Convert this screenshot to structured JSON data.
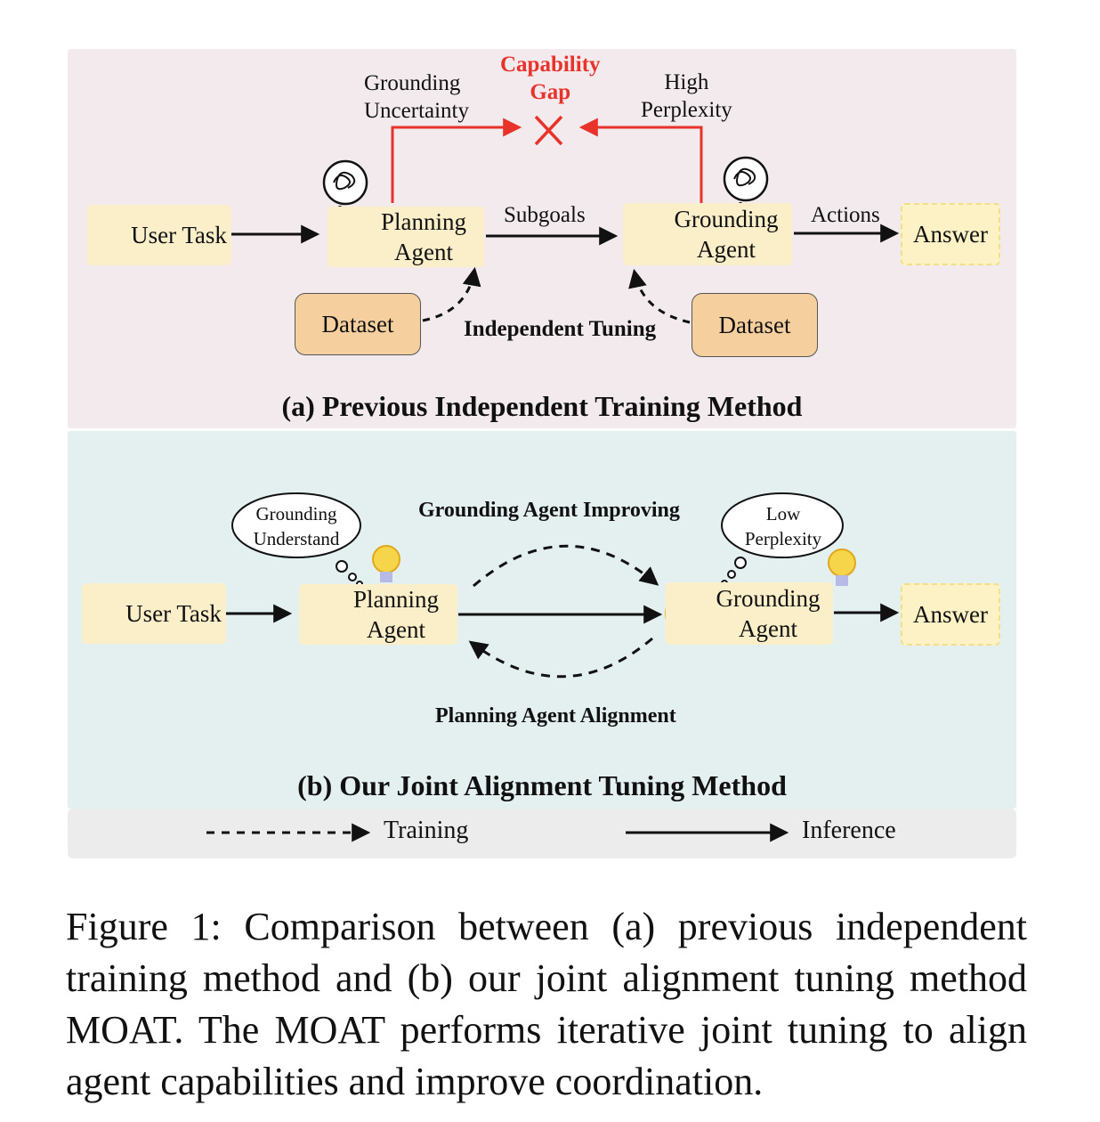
{
  "panel_a": {
    "title": "(a) Previous Independent Training Method",
    "user_task": "User Task",
    "planning_agent": [
      "Planning",
      "Agent"
    ],
    "grounding_agent": [
      "Grounding",
      "Agent"
    ],
    "answer": "Answer",
    "subgoals": "Subgoals",
    "actions": "Actions",
    "dataset_left": "Dataset",
    "dataset_right": "Dataset",
    "independent_tuning": "Independent Tuning",
    "grounding_uncertainty": [
      "Grounding",
      "Uncertainty"
    ],
    "high_perplexity": [
      "High",
      "Perplexity"
    ],
    "capability_gap": [
      "Capability",
      "Gap"
    ]
  },
  "panel_b": {
    "title": "(b) Our Joint Alignment Tuning Method",
    "user_task": "User Task",
    "planning_agent": [
      "Planning",
      "Agent"
    ],
    "grounding_agent": [
      "Grounding",
      "Agent"
    ],
    "answer": "Answer",
    "thought_left": [
      "Grounding",
      "Understand"
    ],
    "thought_right": [
      "Low",
      "Perplexity"
    ],
    "grounding_improving": "Grounding Agent Improving",
    "planning_alignment": "Planning Agent Alignment"
  },
  "legend": {
    "training": "Training",
    "inference": "Inference"
  },
  "caption": "Figure 1: Comparison between (a) previous independent training method and (b) our joint alignment tuning method MOAT. The MOAT performs iterative joint tuning to align agent capabilities and improve coordination.",
  "colors": {
    "gap_red": "#e8332a",
    "panel_a_bg": "#f3eaee",
    "panel_b_bg": "#e4f0f0"
  }
}
